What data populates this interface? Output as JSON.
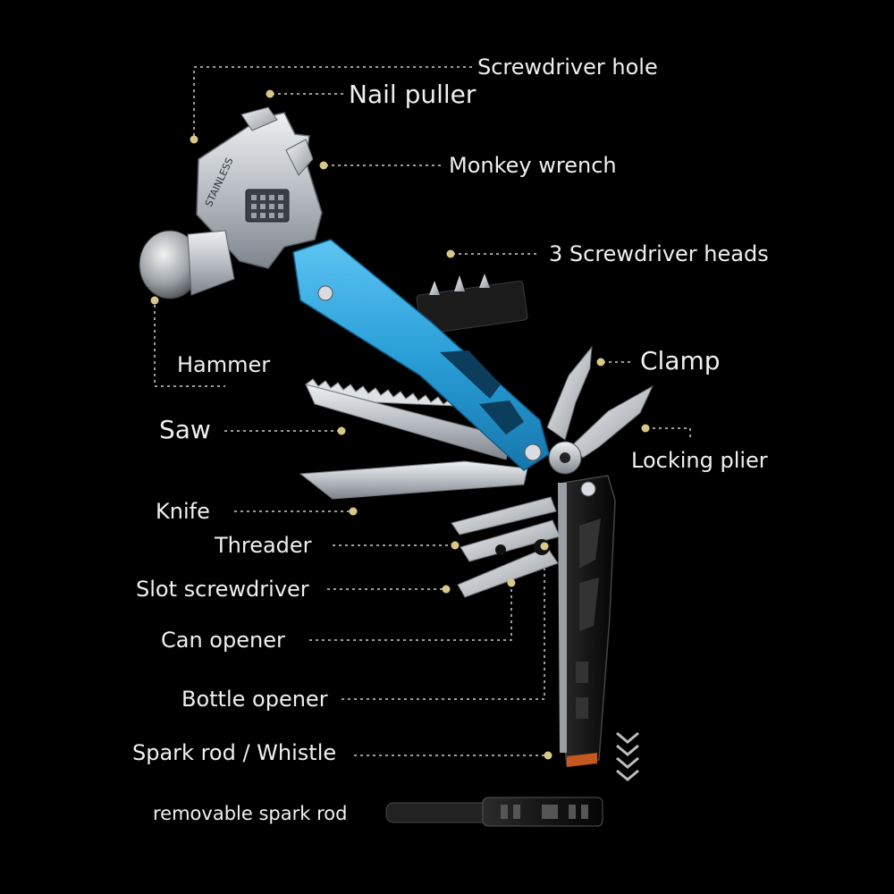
{
  "labels": {
    "screwdriver_hole": "Screwdriver hole",
    "nail_puller": "Nail puller",
    "monkey_wrench": "Monkey wrench",
    "screwdriver_heads": "3 Screwdriver heads",
    "hammer": "Hammer",
    "clamp": "Clamp",
    "saw": "Saw",
    "locking_plier": "Locking plier",
    "knife": "Knife",
    "threader": "Threader",
    "slot_screwdriver": "Slot screwdriver",
    "can_opener": "Can opener",
    "bottle_opener": "Bottle opener",
    "spark_rod_whistle": "Spark rod / Whistle",
    "removable_spark_rod": "removable spark rod"
  },
  "tool": {
    "engraving": "STAINLESS"
  },
  "colors": {
    "background": "#000000",
    "handle_blue": "#2a9fd8",
    "steel": "#c9cdd2",
    "marker": "#d8c98a",
    "leader_line": "#cfcfcf"
  }
}
